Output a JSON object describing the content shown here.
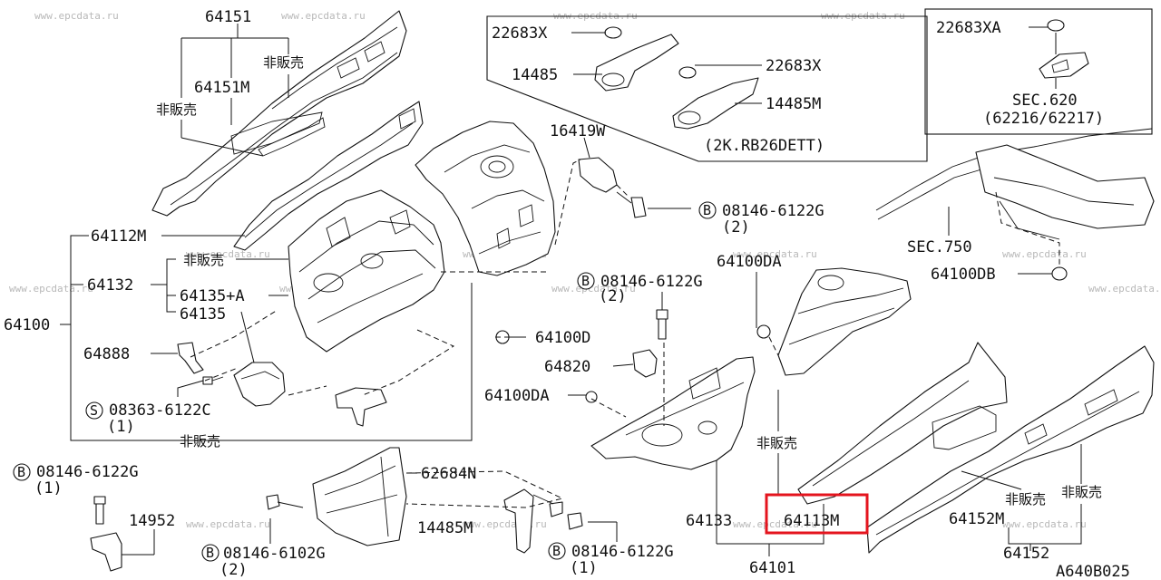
{
  "watermark": "www.epcdata.ru",
  "labels": {
    "p64151": "64151",
    "nfs1": "非販売",
    "p64151m": "64151M",
    "nfs2": "非販売",
    "p64112m": "64112M",
    "p64132": "64132",
    "nfs3": "非販売",
    "p64135a": "64135+A",
    "p64135": "64135",
    "p64100": "64100",
    "p64888": "64888",
    "s08363_letter": "S",
    "s08363": "08363-6122C",
    "s08363_qty": "(1)",
    "nfs4": "非販売",
    "b08146a_letter": "B",
    "b08146a": "08146-6122G",
    "b08146a_qty": "(1)",
    "p14952": "14952",
    "p22683x_a": "22683X",
    "p14485": "14485",
    "p22683x_b": "22683X",
    "p14485m_top": "14485M",
    "rb26": "(2K.RB26DETT)",
    "p22683xa": "22683XA",
    "sec620": "SEC.620",
    "sec620_refs": "(62216/62217)",
    "p16419w": "16419W",
    "b08146b_letter": "B",
    "b08146b": "08146-6122G",
    "b08146b_qty": "(2)",
    "sec750": "SEC.750",
    "p64100db": "64100DB",
    "p64100da_top": "64100DA",
    "b08146c_letter": "B",
    "b08146c": "08146-6122G",
    "b08146c_qty": "(2)",
    "p64100d": "64100D",
    "p64820": "64820",
    "p64100da": "64100DA",
    "nfs5": "非販売",
    "p62684n": "62684N",
    "p64133": "64133",
    "p64113m": "64113M",
    "p64101": "64101",
    "p14485m": "14485M",
    "b08146d_letter": "B",
    "b08146d": "08146-6102G",
    "b08146d_qty": "(2)",
    "b08146e_letter": "B",
    "b08146e": "08146-6122G",
    "b08146e_qty": "(1)",
    "p64152m": "64152M",
    "nfs6": "非販売",
    "nfs7": "非販売",
    "p64152": "64152",
    "figure_code": "A640B025"
  },
  "highlight": {
    "part": "64113M",
    "color": "#e4141e"
  }
}
